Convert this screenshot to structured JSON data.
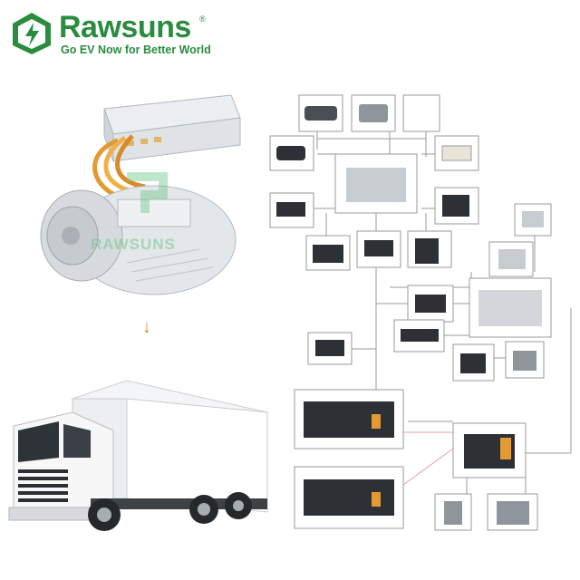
{
  "brand": {
    "name": "Rawsuns",
    "registered_mark": "®",
    "tagline": "Go EV Now for Better World",
    "watermark": "RAWSUNS",
    "color": "#2a8c3f"
  },
  "icons": {
    "logo": "rawsuns-logo-icon",
    "motor": "electric-motor-controller-icon",
    "arrow": "arrow-down-icon",
    "truck": "electric-box-truck-icon"
  },
  "colors": {
    "arrow": "#e0893a",
    "diagram_line": "#9a9a9a",
    "connector": "#e8a0a0"
  }
}
